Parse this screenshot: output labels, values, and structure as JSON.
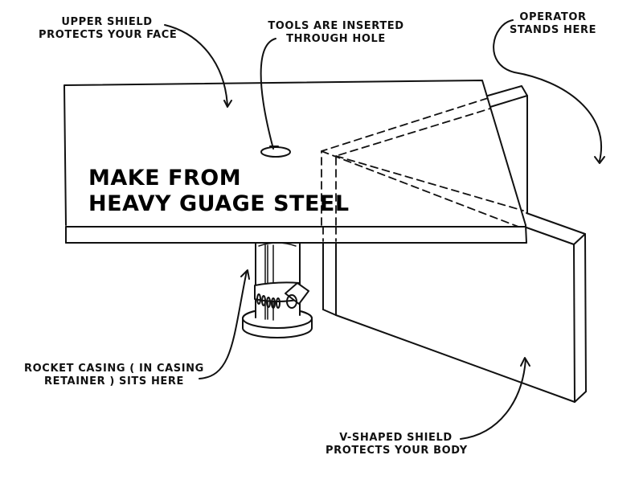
{
  "diagram": {
    "title_text": {
      "line1": "MAKE FROM",
      "line2": "HEAVY GUAGE STEEL"
    },
    "callouts": [
      {
        "id": "upper-shield",
        "line1": "UPPER SHIELD",
        "line2": "PROTECTS YOUR FACE"
      },
      {
        "id": "tool-hole",
        "line1": "TOOLS ARE INSERTED",
        "line2": "THROUGH HOLE"
      },
      {
        "id": "operator",
        "line1": "OPERATOR",
        "line2": "STANDS HERE"
      },
      {
        "id": "rocket-casing",
        "line1": "ROCKET CASING ( IN CASING",
        "line2": "RETAINER ) SITS HERE"
      },
      {
        "id": "v-shield",
        "line1": "V-SHAPED SHIELD",
        "line2": "PROTECTS YOUR BODY"
      }
    ],
    "colors": {
      "ink": "#111111",
      "paper": "#ffffff"
    }
  }
}
